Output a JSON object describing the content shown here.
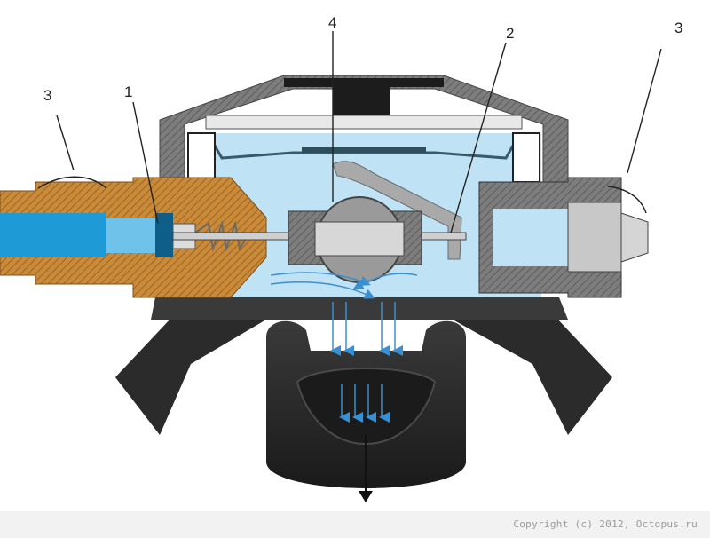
{
  "diagram": {
    "labels": {
      "hose_left": "3",
      "valve_seat": "1",
      "diaphragm_lever": "2",
      "hose_right": "3",
      "purge_valve": "4"
    }
  },
  "footer": {
    "copyright": "Copyright (c) 2012, Octopus.ru"
  },
  "colors": {
    "water": "#bfe3f5",
    "hose_blue": "#1e9ad6",
    "brass": "#c98a3a",
    "body_gray": "#7f7f7f",
    "rubber_black": "#2b2b2b",
    "flow_arrow": "#3a8fd0"
  }
}
